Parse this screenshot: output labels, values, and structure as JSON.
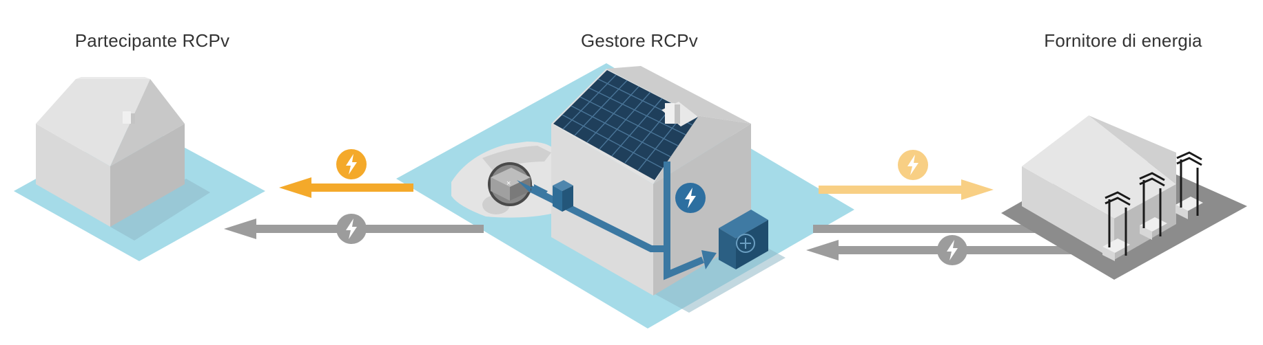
{
  "labels": {
    "left": "Partecipante RCPv",
    "center": "Gestore RCPv",
    "right": "Fornitore di energia"
  },
  "icons": {
    "lightning": "lightning-bolt-icon",
    "battery": "battery-icon",
    "wall_box": "wallbox-charger-icon",
    "heat_pump": "heat-pump-icon",
    "solar_panel": "solar-panel-icon",
    "power_pylon": "power-pylon-icon"
  },
  "colors": {
    "ground_blue": "#a5dbe8",
    "flow_orange": "#f4a92a",
    "flow_orange_light": "#f8cf84",
    "flow_grey": "#9c9c9c",
    "flow_blue": "#3b78a2",
    "solar_navy": "#1f3f5b",
    "building_light": "#dcdcdc",
    "building_mid": "#cccccc",
    "building_dark": "#b8b8b8"
  }
}
